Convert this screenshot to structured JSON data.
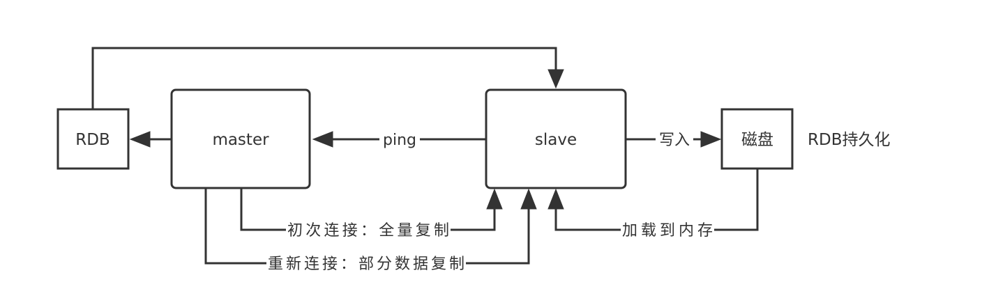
{
  "nodes": {
    "rdb": {
      "label": "RDB"
    },
    "master": {
      "label": "master"
    },
    "slave": {
      "label": "slave"
    },
    "disk": {
      "label": "磁盘"
    }
  },
  "annotations": {
    "rdb_persist": "RDB持久化"
  },
  "edges": {
    "ping": "ping",
    "write": "写入",
    "initial_sync": "初次连接：全量复制",
    "reconnect_sync": "重新连接：部分数据复制",
    "load_to_memory": "加载到内存"
  },
  "colors": {
    "stroke": "#333333",
    "background": "#ffffff"
  }
}
